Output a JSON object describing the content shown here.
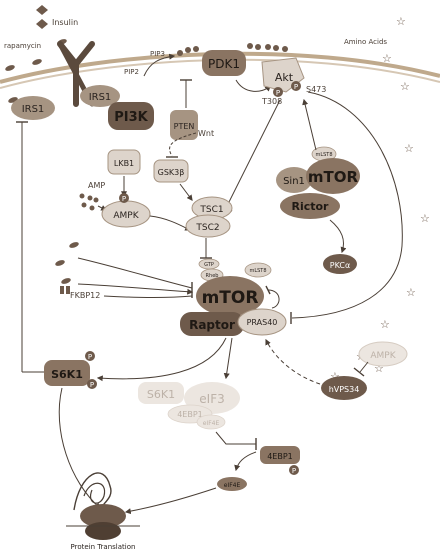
{
  "palette": {
    "background": "#ffffff",
    "membrane": "#bfa98c",
    "dark_node": "#8a7462",
    "medium_node": "#a69482",
    "light_node": "#ddd4cb",
    "faded_node": "#ece6e0",
    "faded_text": "#bdb2a8",
    "node_text": "#2b2420",
    "label_text": "#4a3f36",
    "arrow": "#4a3f36"
  },
  "labels": {
    "insulin": "Insulin",
    "rapamycin": "rapamycin",
    "amino_acids": "Amino Acids",
    "pip3": "PIP3",
    "pip2": "PIP2",
    "wnt": "Wnt",
    "amp": "AMP",
    "fkbp12": "FKBP12",
    "t308": "T308",
    "s473": "S473",
    "protein_translation": "Protein Translation",
    "phospho": "P"
  },
  "nodes": {
    "irs1_left": "IRS1",
    "irs1_right": "IRS1",
    "pi3k": "PI3K",
    "pten": "PTEN",
    "pdk1": "PDK1",
    "akt": "Akt",
    "lkb1": "LKB1",
    "gsk3b": "GSK3β",
    "ampk": "AMPK",
    "tsc1": "TSC1",
    "tsc2": "TSC2",
    "mlst8_c2": "mLST8",
    "sin1": "Sin1",
    "mtorc2": "mTOR",
    "rictor": "Rictor",
    "pkca": "PKCα",
    "gtp": "GTP",
    "rheb": "Rheb",
    "mlst8_c1": "mLST8",
    "mtorc1": "mTOR",
    "raptor": "Raptor",
    "pras40": "PRAS40",
    "s6k1": "S6K1",
    "s6k1_faded": "S6K1",
    "eif3_faded": "eIF3",
    "4ebp1_faded": "4EBP1",
    "eif4e_faded": "eIF4E",
    "4ebp1": "4EBP1",
    "eif4e": "eIF4E",
    "ampk_faded": "AMPK",
    "hvps34": "hVPS34"
  }
}
